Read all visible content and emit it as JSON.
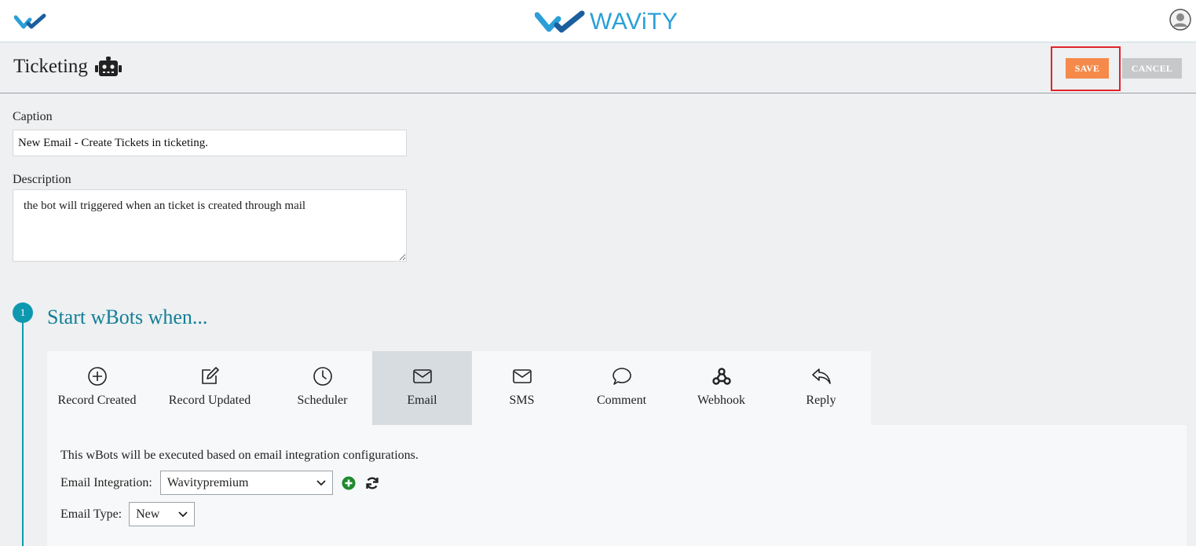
{
  "header": {
    "brand": "WAViTY",
    "logo_icon": "wavity-logo-icon",
    "avatar_icon": "user-avatar-icon"
  },
  "titlebar": {
    "title": "Ticketing",
    "title_icon": "robot-icon",
    "save_label": "SAVE",
    "cancel_label": "CANCEL"
  },
  "form": {
    "caption_label": "Caption",
    "caption_value": "New Email - Create Tickets in ticketing.",
    "description_label": "Description",
    "description_value": "the bot will triggered when an ticket is created through mail"
  },
  "step": {
    "number": "1",
    "title": "Start wBots when..."
  },
  "tabs": [
    {
      "label": "Record Created",
      "icon": "plus-circle-icon",
      "active": false
    },
    {
      "label": "Record Updated",
      "icon": "edit-icon",
      "active": false
    },
    {
      "label": "Scheduler",
      "icon": "clock-icon",
      "active": false
    },
    {
      "label": "Email",
      "icon": "envelope-icon",
      "active": true
    },
    {
      "label": "SMS",
      "icon": "envelope-icon",
      "active": false
    },
    {
      "label": "Comment",
      "icon": "comment-icon",
      "active": false
    },
    {
      "label": "Webhook",
      "icon": "webhook-icon",
      "active": false
    },
    {
      "label": "Reply",
      "icon": "reply-icon",
      "active": false
    }
  ],
  "panel": {
    "info_text": "This wBots will be executed based on email integration configurations.",
    "integration_label": "Email Integration:",
    "integration_value": "Wavitypremium",
    "type_label": "Email Type:",
    "type_value": "New"
  },
  "colors": {
    "accent": "#0e98b0",
    "save": "#f58a4b",
    "cancel": "#c6c8ca",
    "brand": "#2a9fd8",
    "add_green": "#1e8a2e"
  }
}
